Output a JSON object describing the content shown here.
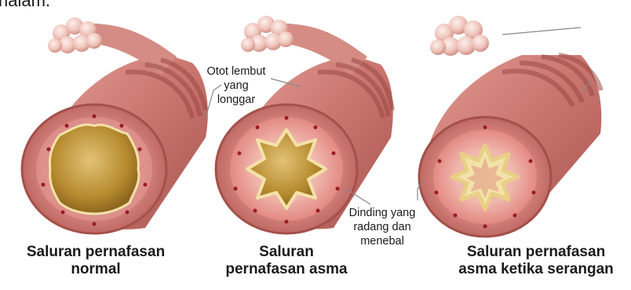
{
  "top_fragment": "nalam.",
  "callouts": {
    "muscle": {
      "line1": "Otot lembut",
      "line2": "yang",
      "line3": "longgar"
    },
    "wall": {
      "line1": "Dinding yang",
      "line2": "radang dan",
      "line3": "menebal"
    }
  },
  "captions": [
    {
      "line1": "Saluran pernafasan",
      "line2": "normal"
    },
    {
      "line1": "Saluran",
      "line2": "pernafasan asma"
    },
    {
      "line1": "Saluran pernafasan",
      "line2": "asma ketika serangan"
    }
  ],
  "colors": {
    "tube": "#c97770",
    "ring": "#a8524d",
    "wall": "#d2827c",
    "lumen": "#b58a2e",
    "mucosa": "#f0dca4",
    "alveoli": "#f2c9c0"
  }
}
